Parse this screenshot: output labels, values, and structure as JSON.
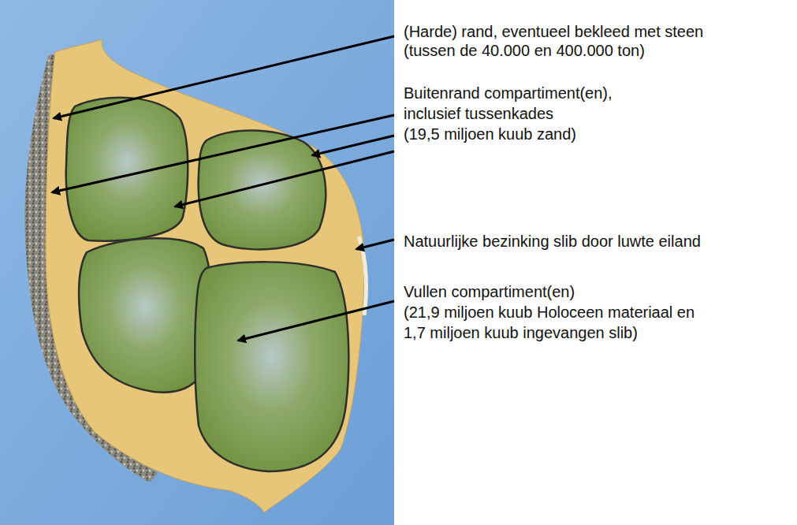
{
  "diagram": {
    "labels": [
      "(Harde) rand, eventueel bekleed met steen",
      "(tussen de 40.000 en 400.000 ton)",
      "Buitenrand compartiment(en),",
      "inclusief tussenkades",
      "(19,5 miljoen kuub zand)",
      "Natuurlijke bezinking slib door luwte eiland",
      "Vullen compartiment(en)",
      "(21,9 miljoen kuub Holoceen materiaal en",
      "1,7 miljoen kuub ingevangen slib)"
    ]
  }
}
